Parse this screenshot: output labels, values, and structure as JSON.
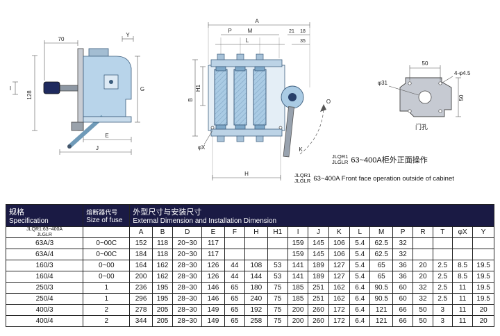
{
  "colors": {
    "header_bg": "#1a1a44",
    "header_text": "#ffffff",
    "drawing_fill": "#b8d4ea",
    "drawing_dark_knob": "#1f2a5e"
  },
  "drawing": {
    "left": {
      "dim_70": "70",
      "dim_y": "Y",
      "dim_128": "128",
      "dim_i": "I",
      "dim_g": "G",
      "dim_e": "E",
      "dim_j": "J"
    },
    "middle": {
      "dim_a": "A",
      "dim_p": "P",
      "dim_m": "M",
      "dim_l": "L",
      "dim_21": "21",
      "dim_18": "18",
      "dim_35": "35",
      "dim_h1": "H1",
      "dim_b": "B",
      "dim_h": "H",
      "dim_k": "K",
      "dim_phix": "φX",
      "dim_o": "O"
    },
    "right": {
      "dim_50_top": "50",
      "holes": "4-φ4.5",
      "center_hole": "φ31",
      "dim_50_right": "50",
      "door_label": "门孔"
    }
  },
  "captions": {
    "cn": {
      "model1": "JLQR1",
      "model2": "JLGLR",
      "text": "63~400A柜外正面操作"
    },
    "en": {
      "model1": "JLQR1",
      "model2": "JLGLR",
      "text": "63~400A Front face operation outside of cabinet"
    }
  },
  "table": {
    "headers": {
      "spec_cn": "规格",
      "spec_en": "Specification",
      "fuse_cn": "熔断器代号",
      "fuse_en": "Size of fuse",
      "dim_cn": "外型尺寸与安装尺寸",
      "dim_en": "External Dimension and Installation Dimension",
      "model_line1": "JLQR1:63~400A",
      "model_line2": "JLGLR"
    },
    "columns": [
      "A",
      "B",
      "D",
      "E",
      "F",
      "H",
      "H1",
      "I",
      "J",
      "K",
      "L",
      "M",
      "P",
      "R",
      "T",
      "φX",
      "Y"
    ],
    "rows": [
      {
        "spec": "63A/3",
        "fuse": "0~00C",
        "values": [
          "152",
          "118",
          "20~30",
          "117",
          "",
          "",
          "",
          "159",
          "145",
          "106",
          "5.4",
          "62.5",
          "32",
          "",
          "",
          "",
          ""
        ]
      },
      {
        "spec": "63A/4",
        "fuse": "0~00C",
        "values": [
          "184",
          "118",
          "20~30",
          "117",
          "",
          "",
          "",
          "159",
          "145",
          "106",
          "5.4",
          "62.5",
          "32",
          "",
          "",
          "",
          ""
        ]
      },
      {
        "spec": "160/3",
        "fuse": "0~00",
        "values": [
          "164",
          "162",
          "28~30",
          "126",
          "44",
          "108",
          "53",
          "141",
          "189",
          "127",
          "5.4",
          "65",
          "36",
          "20",
          "2.5",
          "8.5",
          "19.5"
        ]
      },
      {
        "spec": "160/4",
        "fuse": "0~00",
        "values": [
          "200",
          "162",
          "28~30",
          "126",
          "44",
          "144",
          "53",
          "141",
          "189",
          "127",
          "5.4",
          "65",
          "36",
          "20",
          "2.5",
          "8.5",
          "19.5"
        ]
      },
      {
        "spec": "250/3",
        "fuse": "1",
        "values": [
          "236",
          "195",
          "28~30",
          "146",
          "65",
          "180",
          "75",
          "185",
          "251",
          "162",
          "6.4",
          "90.5",
          "60",
          "32",
          "2.5",
          "11",
          "19.5"
        ]
      },
      {
        "spec": "250/4",
        "fuse": "1",
        "values": [
          "296",
          "195",
          "28~30",
          "146",
          "65",
          "240",
          "75",
          "185",
          "251",
          "162",
          "6.4",
          "90.5",
          "60",
          "32",
          "2.5",
          "11",
          "19.5"
        ]
      },
      {
        "spec": "400/3",
        "fuse": "2",
        "values": [
          "278",
          "205",
          "28~30",
          "149",
          "65",
          "192",
          "75",
          "200",
          "260",
          "172",
          "6.4",
          "121",
          "66",
          "50",
          "3",
          "11",
          "20"
        ]
      },
      {
        "spec": "400/4",
        "fuse": "2",
        "values": [
          "344",
          "205",
          "28~30",
          "149",
          "65",
          "258",
          "75",
          "200",
          "260",
          "172",
          "6.4",
          "121",
          "66",
          "50",
          "3",
          "11",
          "20"
        ]
      }
    ]
  }
}
